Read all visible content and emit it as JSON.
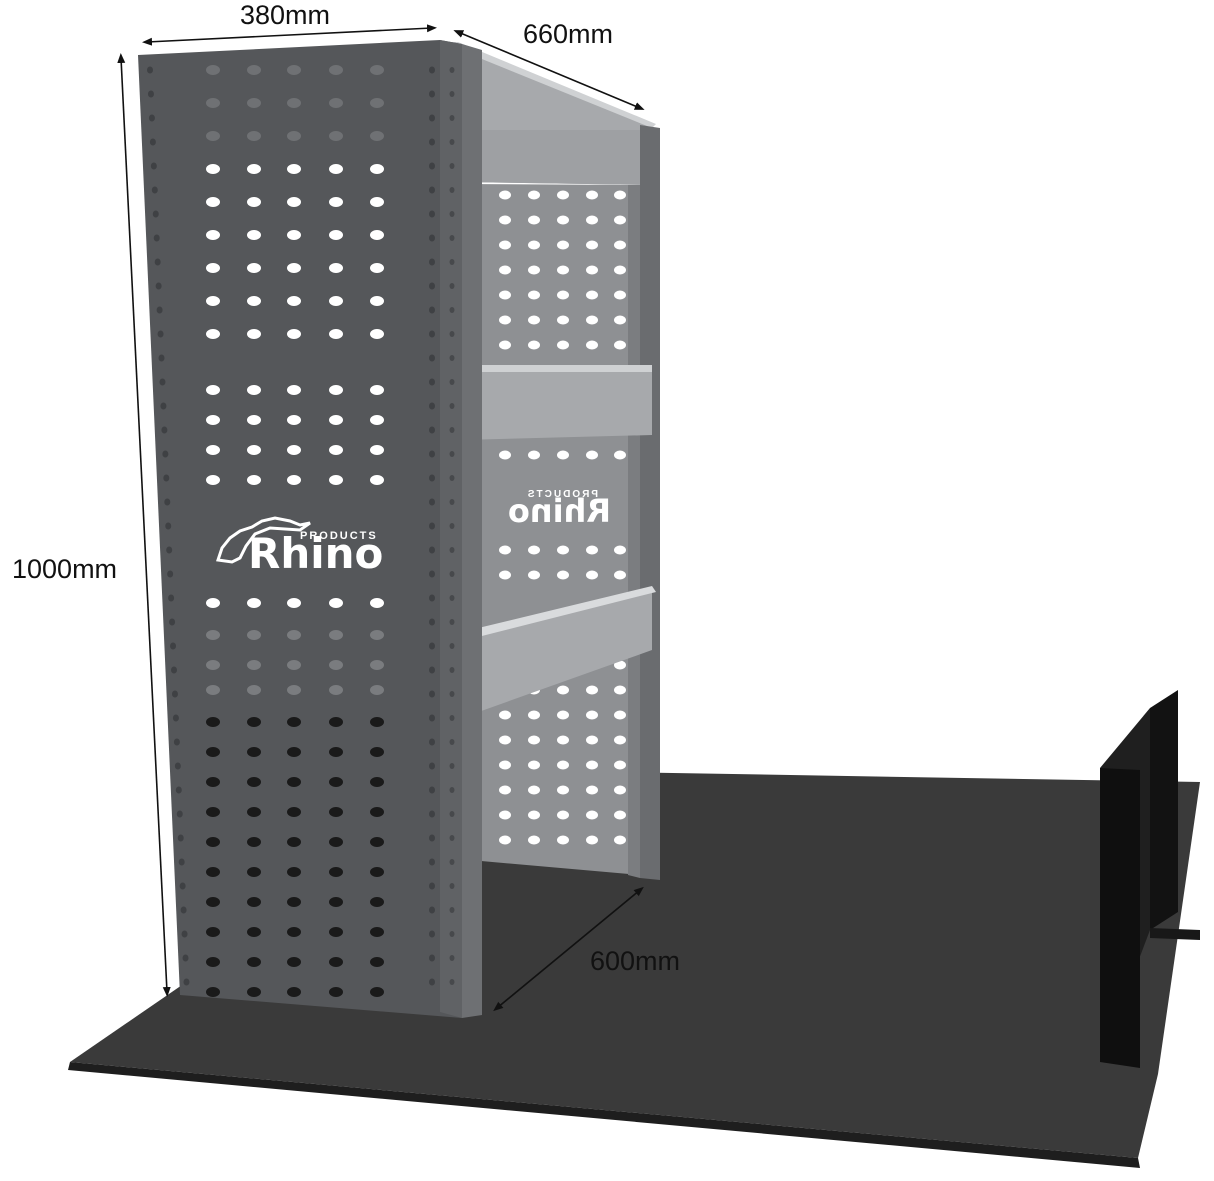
{
  "dimensions": {
    "width_top": "380mm",
    "depth_top": "660mm",
    "height": "1000mm",
    "depth_bottom": "600mm"
  },
  "brand": {
    "name": "Rhino",
    "tagline": "PRODUCTS"
  },
  "colors": {
    "panel": "#55575a",
    "panel_edge": "#6a6c6f",
    "shelf_light": "#a7a9ac",
    "shelf_top": "#cfd1d3",
    "back_panel": "#8e9093",
    "floor": "#3a3a3a",
    "floor_edge": "#1e1e1e",
    "bulkhead": "#1b1b1b"
  }
}
